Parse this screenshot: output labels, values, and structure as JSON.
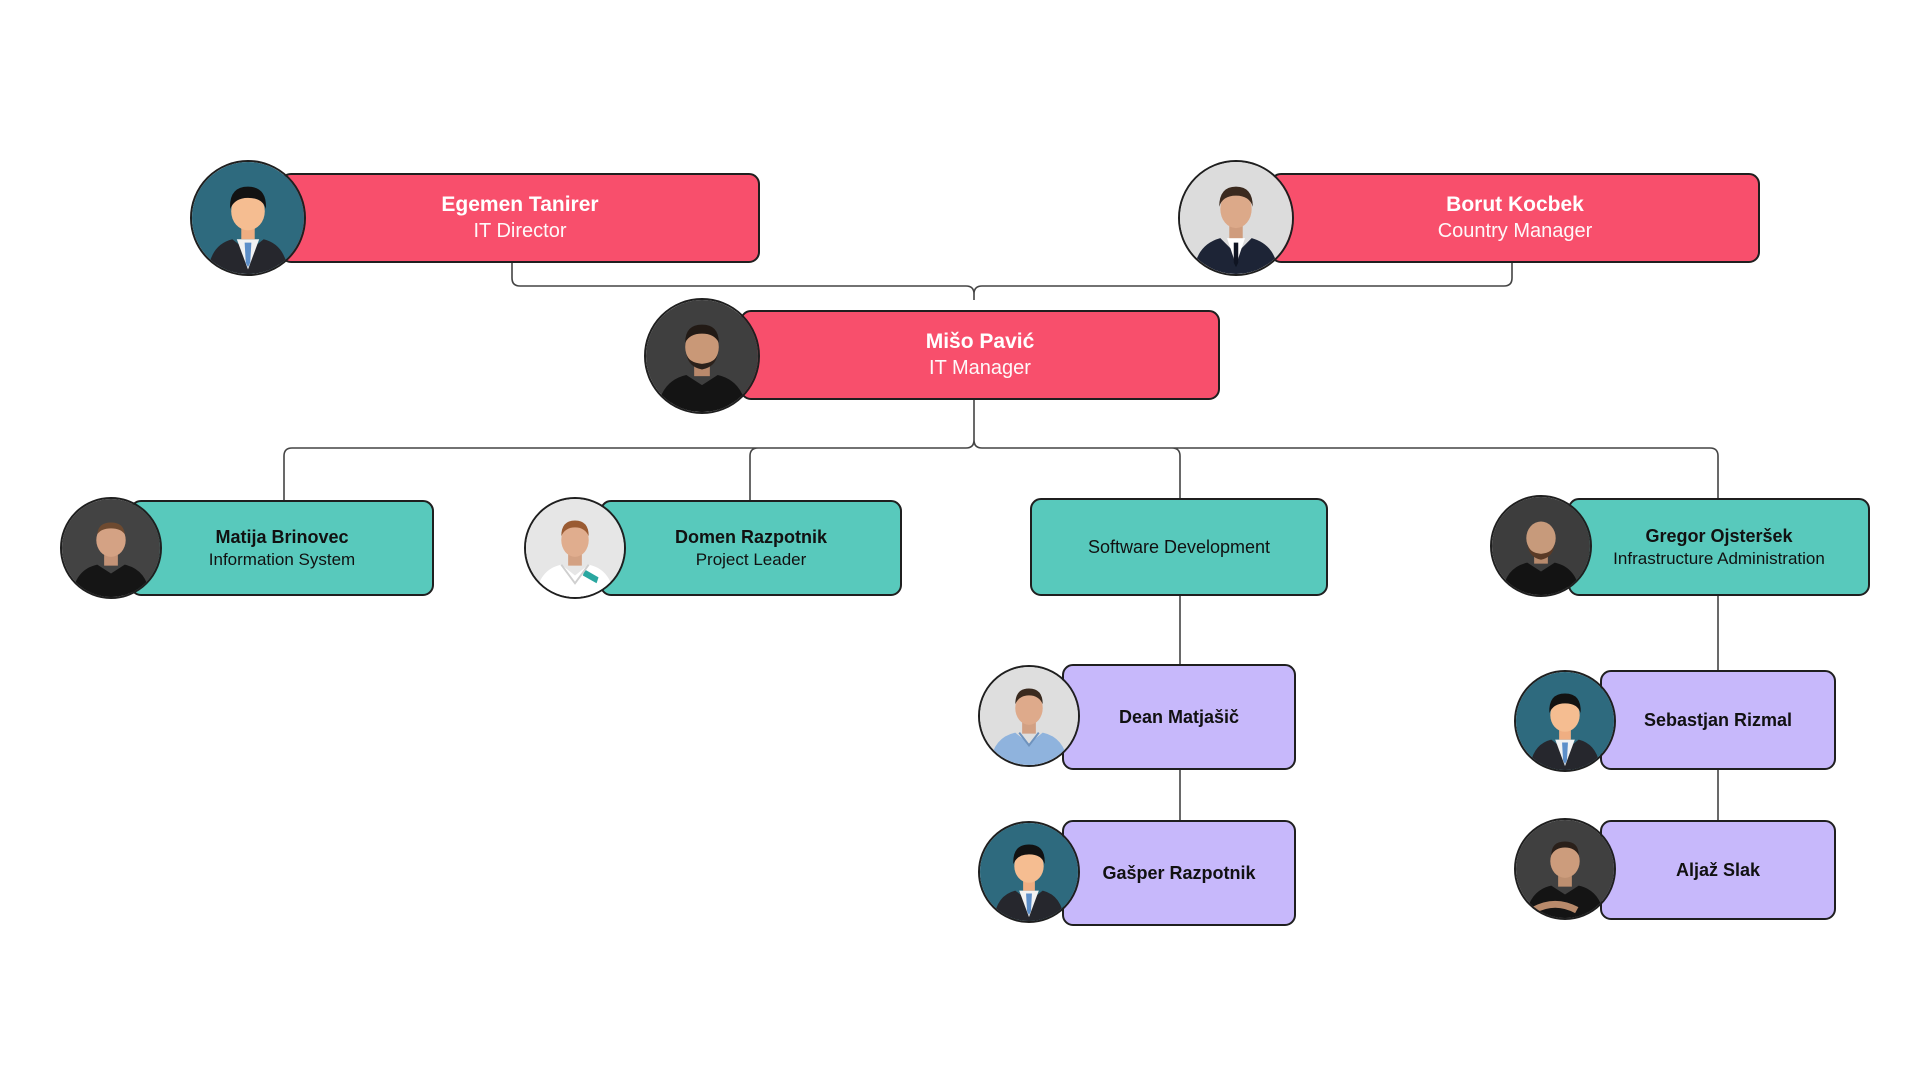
{
  "org": {
    "egemen": {
      "name": "Egemen Tanirer",
      "title": "IT Director"
    },
    "borut": {
      "name": "Borut Kocbek",
      "title": "Country Manager"
    },
    "miso": {
      "name": "Mišo Pavić",
      "title": "IT Manager"
    },
    "matija": {
      "name": "Matija Brinovec",
      "title": "Information System"
    },
    "domen": {
      "name": "Domen Razpotnik",
      "title": "Project Leader"
    },
    "software": {
      "title": "Software Development"
    },
    "gregor": {
      "name": "Gregor Ojsteršek",
      "title": "Infrastructure Administration"
    },
    "dean": {
      "name": "Dean Matjašič"
    },
    "gasper": {
      "name": "Gašper Razpotnik"
    },
    "sebastjan": {
      "name": "Sebastjan Rizmal"
    },
    "aljaz": {
      "name": "Aljaž Slak"
    }
  },
  "colors": {
    "leadership": "#F84F6C",
    "team_lead": "#58C9BC",
    "member": "#C7B8FB",
    "border": "#1f1f1f",
    "connector": "#444444"
  },
  "avatars": {
    "egemen": "avatar-illustration-icon",
    "borut": "person-photo",
    "miso": "person-photo",
    "matija": "person-photo",
    "domen": "person-photo",
    "gregor": "person-photo",
    "dean": "person-photo",
    "gasper": "avatar-illustration-icon",
    "sebastjan": "avatar-illustration-icon",
    "aljaz": "person-photo"
  }
}
